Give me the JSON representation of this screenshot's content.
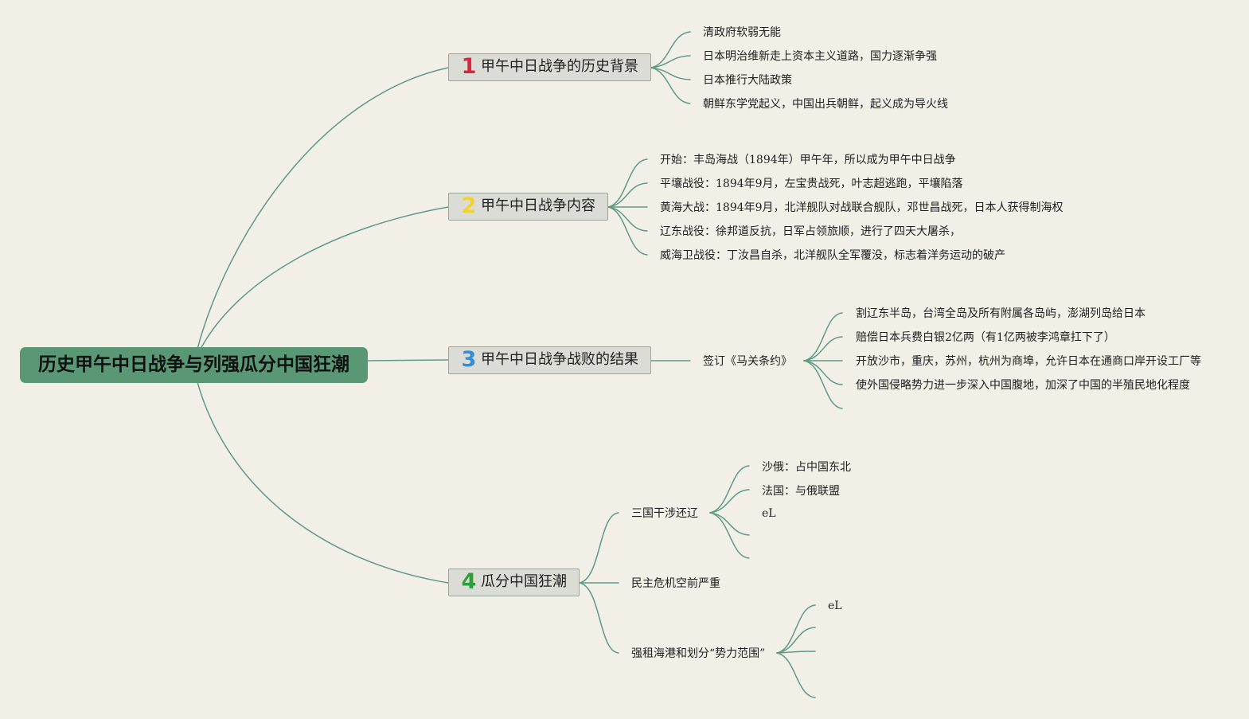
{
  "root": {
    "title": "历史甲午中日战争与列强瓜分中国狂潮"
  },
  "branches": [
    {
      "number": "1",
      "number_color": "#d7263d",
      "title": "甲午中日战争的历史背景",
      "items": [
        "清政府软弱无能",
        "日本明治维新走上资本主义道路，国力逐渐争强",
        "日本推行大陆政策",
        "朝鲜东学党起义，中国出兵朝鲜，起义成为导火线"
      ]
    },
    {
      "number": "2",
      "number_color": "#f2d230",
      "title": "甲午中日战争内容",
      "items": [
        "开始：丰岛海战（1894年）甲午年，所以成为甲午中日战争",
        "平壤战役：1894年9月，左宝贵战死，叶志超逃跑，平壤陷落",
        "黄海大战：1894年9月，北洋舰队对战联合舰队，邓世昌战死，日本人获得制海权",
        "辽东战役：徐邦道反抗，日军占领旅顺，进行了四天大屠杀，",
        "威海卫战役：丁汝昌自杀，北洋舰队全军覆没，标志着洋务运动的破产"
      ]
    },
    {
      "number": "3",
      "number_color": "#2f8fd8",
      "title": "甲午中日战争战败的结果",
      "sub": {
        "label": "签订《马关条约》",
        "items": [
          "割辽东半岛，台湾全岛及所有附属各岛屿，澎湖列岛给日本",
          "赔偿日本兵费白银2亿两（有1亿两被李鸿章扛下了）",
          "开放沙市，重庆，苏州，杭州为商埠，允许日本在通商口岸开设工厂等",
          "使外国侵略势力进一步深入中国腹地，加深了中国的半殖民地化程度"
        ]
      }
    },
    {
      "number": "4",
      "number_color": "#2e9e3a",
      "title": "瓜分中国狂潮",
      "subs": [
        {
          "label": "三国干涉还辽",
          "items": [
            "沙俄：占中国东北",
            "法国：与俄联盟",
            "eL",
            ""
          ]
        },
        {
          "label": "民主危机空前严重",
          "items": []
        },
        {
          "label": "强租海港和划分“势力范围”",
          "items": [
            "eL",
            "",
            "",
            ""
          ]
        }
      ]
    }
  ],
  "colors": {
    "background": "#f1efe6",
    "root_fill": "#5a9875",
    "branch_fill": "#dcdcd6",
    "line": "#5f9a86"
  }
}
